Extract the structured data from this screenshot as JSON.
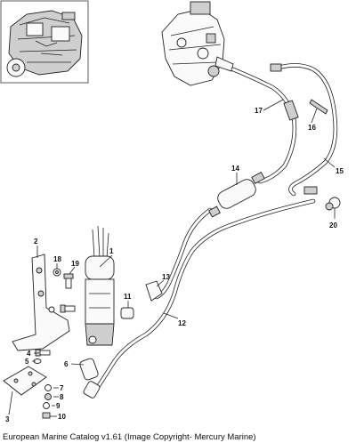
{
  "caption": "European Marine Catalog v1.61 (Image Copyright- Mercury Marine)",
  "callouts": [
    "1",
    "2",
    "3",
    "4",
    "5",
    "6",
    "7",
    "8",
    "9",
    "10",
    "11",
    "12",
    "13",
    "14",
    "15",
    "16",
    "17",
    "18",
    "19",
    "20"
  ]
}
